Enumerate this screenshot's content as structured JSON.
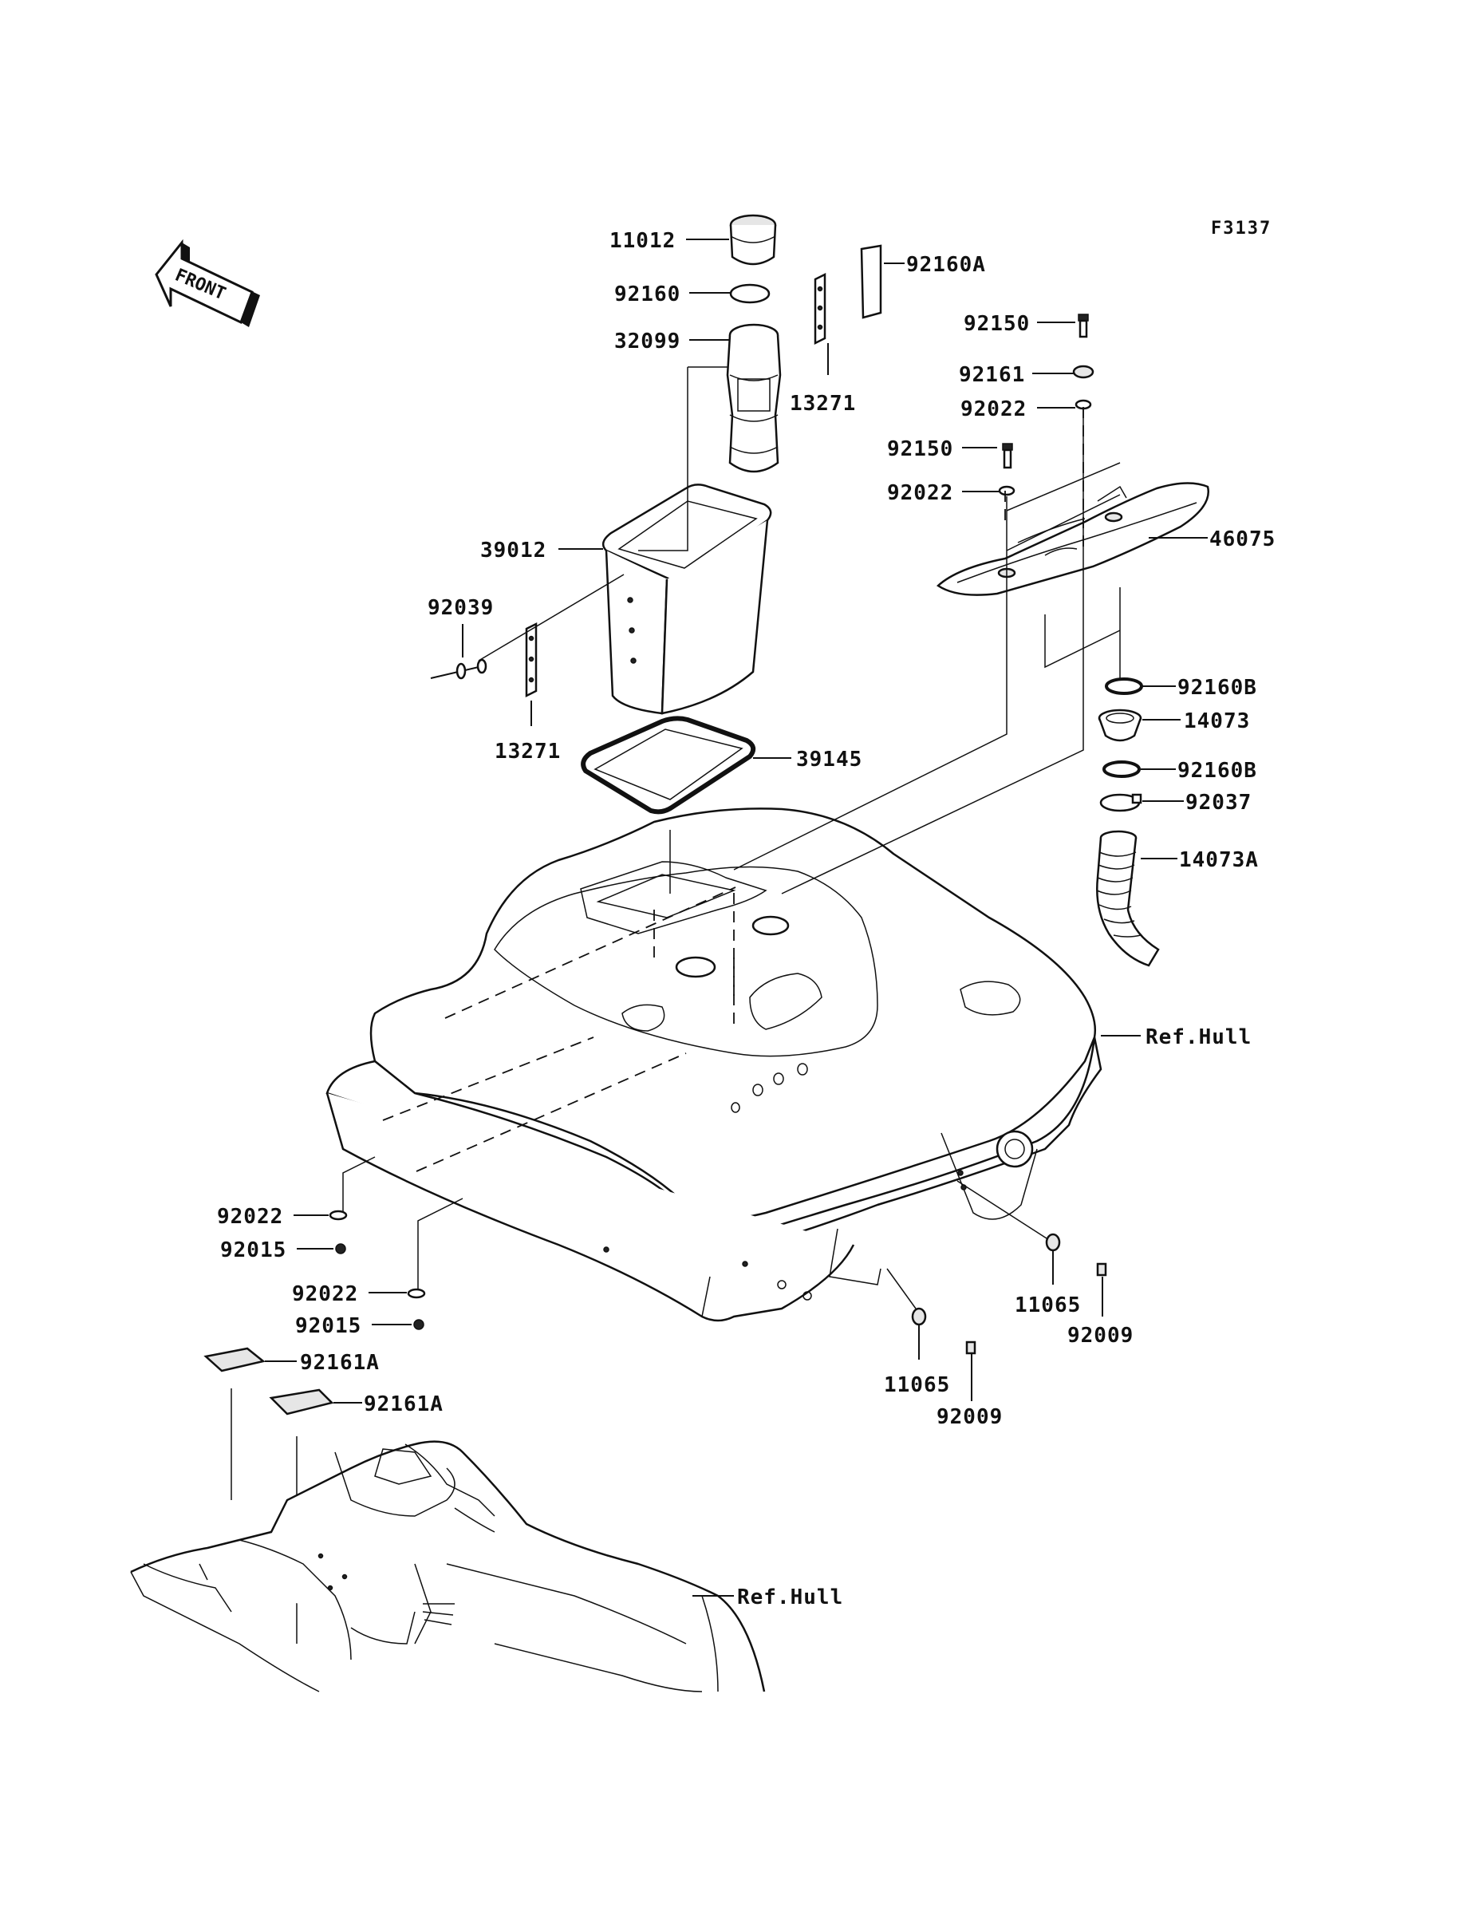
{
  "figure_code": "F3137",
  "front_label": "FRONT",
  "labels": {
    "p11012": "11012",
    "p92160": "92160",
    "p32099": "32099",
    "p13271_top": "13271",
    "p92160A": "92160A",
    "p92150_a": "92150",
    "p92161": "92161",
    "p92022_a": "92022",
    "p92150_b": "92150",
    "p92022_b": "92022",
    "p46075": "46075",
    "p39012": "39012",
    "p92039": "92039",
    "p13271_bot": "13271",
    "p39145": "39145",
    "p92160B_a": "92160B",
    "p14073": "14073",
    "p92160B_b": "92160B",
    "p92037": "92037",
    "p14073A": "14073A",
    "ref_hull_a": "Ref.Hull",
    "p92022_c": "92022",
    "p92015_a": "92015",
    "p92022_d": "92022",
    "p92015_b": "92015",
    "p92161A_a": "92161A",
    "p92161A_b": "92161A",
    "p11065_a": "11065",
    "p92009_a": "92009",
    "p11065_b": "11065",
    "p92009_b": "92009",
    "ref_hull_b": "Ref.Hull"
  }
}
